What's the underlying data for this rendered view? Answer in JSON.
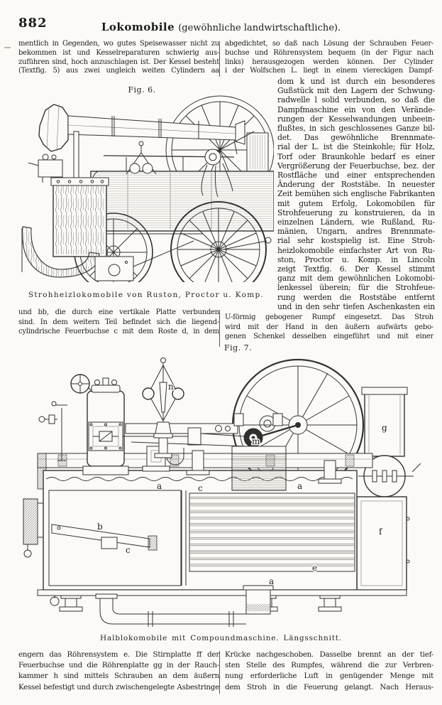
{
  "page": {
    "number": "882",
    "header_title": "Lokomobile",
    "header_annex": "(gewöhnliche landwirtschaftliche)."
  },
  "text": {
    "top_left": {
      "lines": [
        "mentlich in Gegenden, wo gutes Speisewasser nicht zu",
        "bekommen ist und Kesselreparaturen schwierig aus-",
        "zuführen sind, hoch anzuschlagen ist. Der Kessel besteht",
        "(Textfig. 5) aus zwei ungleich weiten Cylindern aa"
      ]
    },
    "top_right": {
      "lines": [
        "abgedichtet, so daß nach Lösung der Schrauben Feuer-",
        "buchse und Röhrensystem bequem (in der Figur nach",
        "links) herausgezogen werden können.  Der Cylinder",
        "i der Wolfschen L. liegt in einem viereckigen Dampf-"
      ]
    },
    "right_narrow": {
      "lines": [
        "dom k und ist durch ein besonderes",
        "Gußstück mit den Lagern der Schwung-",
        "radwelle l solid verbunden, so daß die",
        "Dampfmaschine ein von den Verände-",
        "rungen der Kesselwandungen unbeein-",
        "flußtes, in sich geschlossenes Ganze bil-",
        "det.  Das gewöhnliche Brennmate-",
        "rial der L. ist die Steinkohle; für Holz,",
        "Torf oder Braunkohle bedarf es einer",
        "Vergrößerung der Feuerbuchse, bez. der",
        "Rostfläche und einer entsprechenden",
        "Änderung der Roststäbe.  In neuester",
        "Zeit bemühen sich englische Fabrikanten",
        "mit gutem Erfolg, Lokomobilen für",
        "Strohfeuerung zu konstruieren, da in",
        "einzelnen Ländern, wie Rußland, Ru-",
        "mänien, Ungarn, andres Brennmate-",
        "rial sehr kostspielig ist.  Eine Stroh-",
        "heizlokomobile einfachster Art von Ru-",
        "ston, Proctor u. Komp. in Lincoln",
        "zeigt Textfig. 6.  Der Kessel stimmt",
        "ganz mit dem gewöhnlichen Lokomobi-",
        "lenkessel überein; für die Strohfeue-",
        "rung werden die Roststäbe entfernt",
        "und in den sehr tiefen Aschenkasten ein"
      ]
    },
    "mid_left": {
      "lines": [
        "und bb, die durch eine vertikale Platte verbunden",
        "sind.  In dem weitern Teil befindet sich die liegend-",
        "cylindrische Feuerbuchse c mit dem Roste d, in dem"
      ]
    },
    "mid_right": {
      "lines": [
        "U-förmig gebogener Rumpf eingesetzt.  Das Stroh",
        "wird mit der Hand in den äußern aufwärts gebo-",
        "genen Schenkel desselben eingeführt und mit einer"
      ]
    },
    "bottom_left": {
      "lines": [
        "engern das Röhrensystem e.  Die Stirnplatte ff der",
        "Feuerbuchse und die Röhrenplatte gg in der Rauch-",
        "kammer h sind mittels Schrauben an dem äußern",
        "Kessel befestigt und durch zwischengelegte Asbestringe"
      ]
    },
    "bottom_right": {
      "lines": [
        "Krücke nachgeschoben.  Dasselbe brennt an der tief-",
        "sten Stelle des Rumpfes, während die zur Verbren-",
        "nung erforderliche Luft in genügender Menge mit",
        "dem Stroh in die Feuerung gelangt.  Nach Heraus-"
      ]
    }
  },
  "fig6": {
    "label": "Fig. 6.",
    "caption": "Strohheizlokomobile von Ruston, Proctor u. Komp."
  },
  "fig7": {
    "label": "Fig. 7.",
    "caption": "Halblokomobile mit Compoundmaschine.  Längsschnitt.",
    "parts": {
      "a": "a",
      "b": "b",
      "c": "c",
      "e": "e",
      "f": "f",
      "g": "g",
      "m": "m",
      "n": "n"
    }
  }
}
